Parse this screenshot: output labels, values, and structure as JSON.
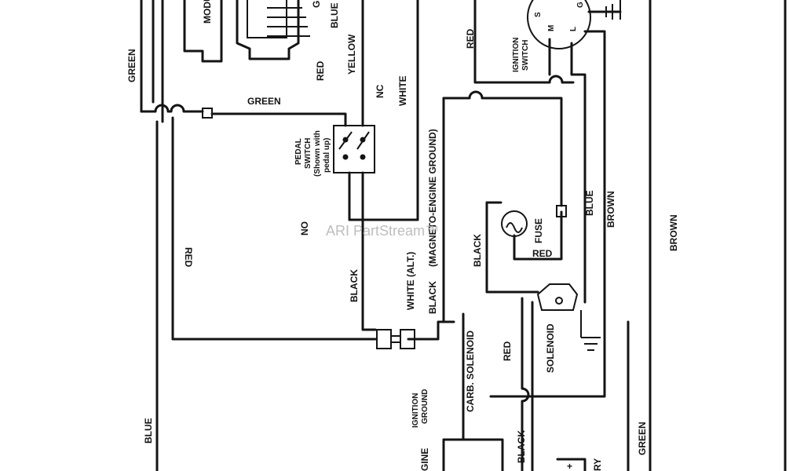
{
  "watermark": "ARI PartStream™",
  "labels": {
    "green_left": "GREEN",
    "green_top": "GREEN",
    "red_left": "RED",
    "blue_left": "BLUE",
    "module": "MODU",
    "blue_top": "BLUE",
    "g_top": "G",
    "red_module": "RED",
    "yellow": "YELLOW",
    "white": "WHITE",
    "nc": "NC",
    "no": "NO",
    "pedal_switch_1": "PEDAL",
    "pedal_switch_2": "SWITCH",
    "pedal_switch_3": "(Shown with",
    "pedal_switch_4": "pedal up)",
    "black_mid": "BLACK",
    "white_alt": "WHITE (ALT.)",
    "black_magneto": "BLACK",
    "magneto_ground": "(MAGNETO-ENGINE GROUND)",
    "red_top_right": "RED",
    "ignition_switch_1": "IGNITION",
    "ignition_switch_2": "SWITCH",
    "ign_s": "S",
    "ign_m": "M",
    "ign_l": "L",
    "ign_g": "G",
    "blue_right": "BLUE",
    "brown_right": "BROWN",
    "brown_far": "BROWN",
    "fuse": "FUSE",
    "red_fuse": "RED",
    "black_fuse": "BLACK",
    "solenoid": "SOLENOID",
    "carb_solenoid": "CARB. SOLENOID",
    "ignition_ground_1": "IGNITION",
    "ignition_ground_2": "GROUND",
    "red_solenoid": "RED",
    "black_bottom": "BLACK",
    "green_bottom": "GREEN",
    "engine": "GINE",
    "battery": "RY",
    "plus": "+"
  }
}
